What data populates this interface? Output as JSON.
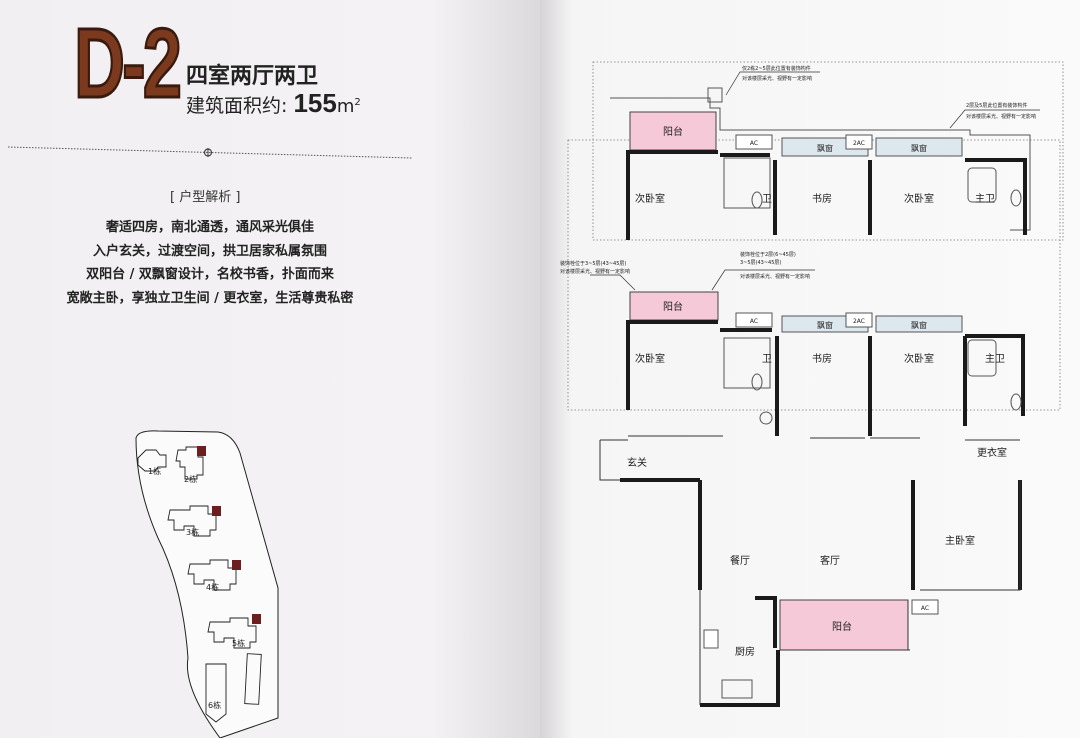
{
  "left_page": {
    "unit_code": "D-2",
    "layout_type": "四室两厅两卫",
    "area_label": "建筑面积约:",
    "area_value": "155",
    "area_unit": "m",
    "area_unit_sup": "2",
    "analysis_title": "[ 户型解析 ]",
    "analysis_lines": [
      "奢适四房，南北通透，通风采光俱佳",
      "入户玄关，过渡空间，拱卫居家私属氛围",
      "双阳台 / 双飘窗设计，名校书香，扑面而来",
      "宽敞主卧，享独立卫生间 / 更衣室，生活尊贵私密"
    ],
    "site_map": {
      "buildings": [
        "1栋",
        "2栋",
        "3栋",
        "4栋",
        "5栋",
        "6栋"
      ],
      "highlight_color": "#6b1f1f"
    }
  },
  "upper_plan": {
    "rooms": {
      "balcony": "阳台",
      "bedroom2": "次卧室",
      "bath": "卫",
      "study": "书房",
      "bedroom3": "次卧室",
      "master_bath": "主卫",
      "bay1": "飘窗",
      "bay2": "飘窗",
      "ac1": "AC",
      "ac2": "2AC"
    },
    "note1": [
      "仅2栋2~5层此位置有装饰构件",
      "对该楼层采光、视野有一定影响"
    ],
    "note2": [
      "2层及5层此位置有装饰构件",
      "对该楼层采光、视野有一定影响"
    ]
  },
  "lower_plan": {
    "rooms": {
      "balcony": "阳台",
      "bedroom2": "次卧室",
      "bath": "卫",
      "study": "书房",
      "bedroom3": "次卧室",
      "master_bath": "主卫",
      "closet": "更衣室",
      "foyer": "玄关",
      "dining": "餐厅",
      "living": "客厅",
      "master_bedroom": "主卧室",
      "south_balcony": "阳台",
      "kitchen": "厨房",
      "bay1": "飘窗",
      "bay2": "飘窗",
      "ac1": "AC",
      "ac2": "2AC",
      "ac3": "AC"
    },
    "note1": [
      "装饰栓位于3~5层(43~45层)",
      "对该楼层采光、视野有一定影响"
    ],
    "note2": [
      "装饰栓位于2层(6~45层)",
      "3~5层(43~45层)",
      "对该楼层采光、视野有一定影响"
    ]
  },
  "colors": {
    "brand": "#7b3a1e",
    "balcony": "#f6c9d9",
    "bay_window": "#dce8ee",
    "wall": "#1a1a1a"
  }
}
